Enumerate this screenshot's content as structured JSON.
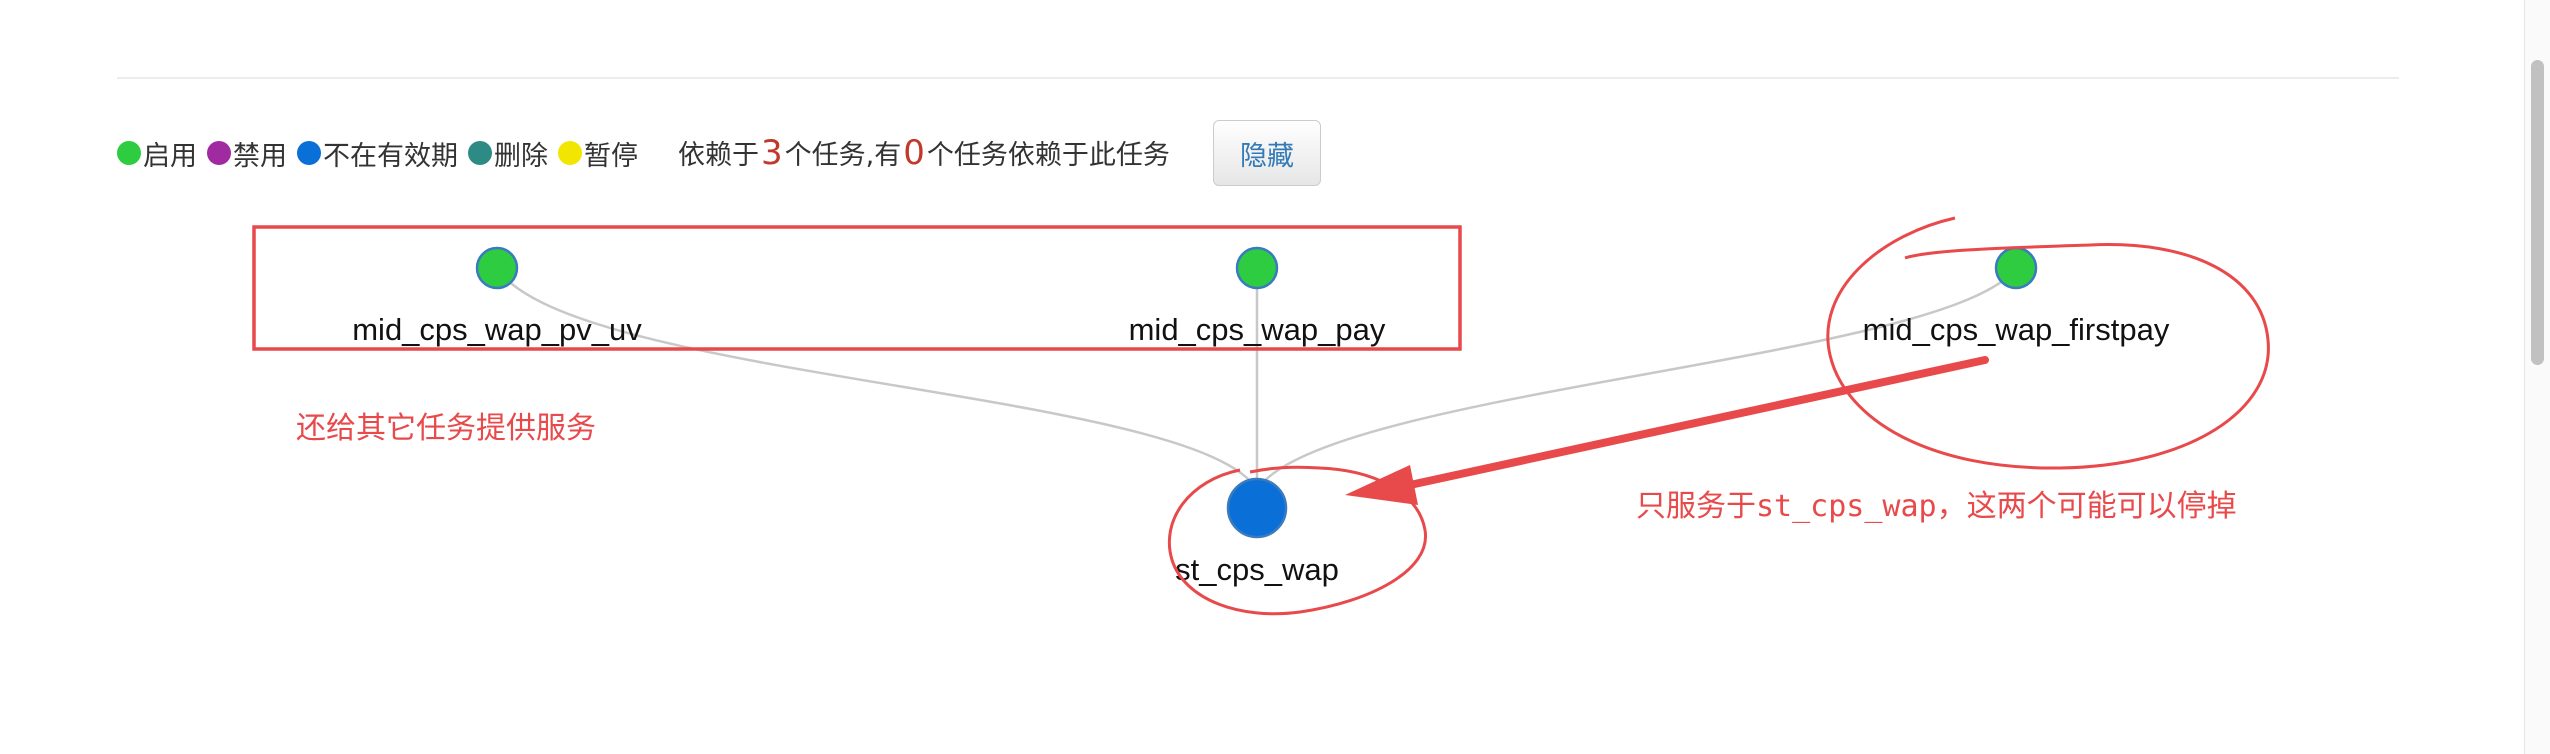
{
  "legend": {
    "items": [
      {
        "label": "启用",
        "color": "#2ecc40"
      },
      {
        "label": "禁用",
        "color": "#a02ba0"
      },
      {
        "label": "不在有效期",
        "color": "#0a6fd6"
      },
      {
        "label": "删除",
        "color": "#2e8a85"
      },
      {
        "label": "暂停",
        "color": "#f2e600"
      }
    ],
    "dependency_prefix": "依赖于",
    "depends_on_count": "3",
    "dependency_middle": "个任务,有",
    "depended_by_count": "0",
    "dependency_suffix": "个任务依赖于此任务"
  },
  "hide_button_label": "隐藏",
  "graph": {
    "nodes": [
      {
        "id": "mid_cps_wap_pv_uv",
        "label": "mid_cps_wap_pv_uv",
        "status_color": "#2ecc40"
      },
      {
        "id": "mid_cps_wap_pay",
        "label": "mid_cps_wap_pay",
        "status_color": "#2ecc40"
      },
      {
        "id": "mid_cps_wap_firstpay",
        "label": "mid_cps_wap_firstpay",
        "status_color": "#2ecc40"
      },
      {
        "id": "st_cps_wap",
        "label": "st_cps_wap",
        "status_color": "#0a6fd6"
      }
    ],
    "edges": [
      {
        "from": "mid_cps_wap_pv_uv",
        "to": "st_cps_wap"
      },
      {
        "from": "mid_cps_wap_pay",
        "to": "st_cps_wap"
      },
      {
        "from": "mid_cps_wap_firstpay",
        "to": "st_cps_wap"
      }
    ]
  },
  "annotations": {
    "left_note": "还给其它任务提供服务",
    "right_note_prefix": "只服务于",
    "right_note_code": "st_cps_wap",
    "right_note_suffix": "，这两个可能可以停掉",
    "color": "#e8494a"
  }
}
